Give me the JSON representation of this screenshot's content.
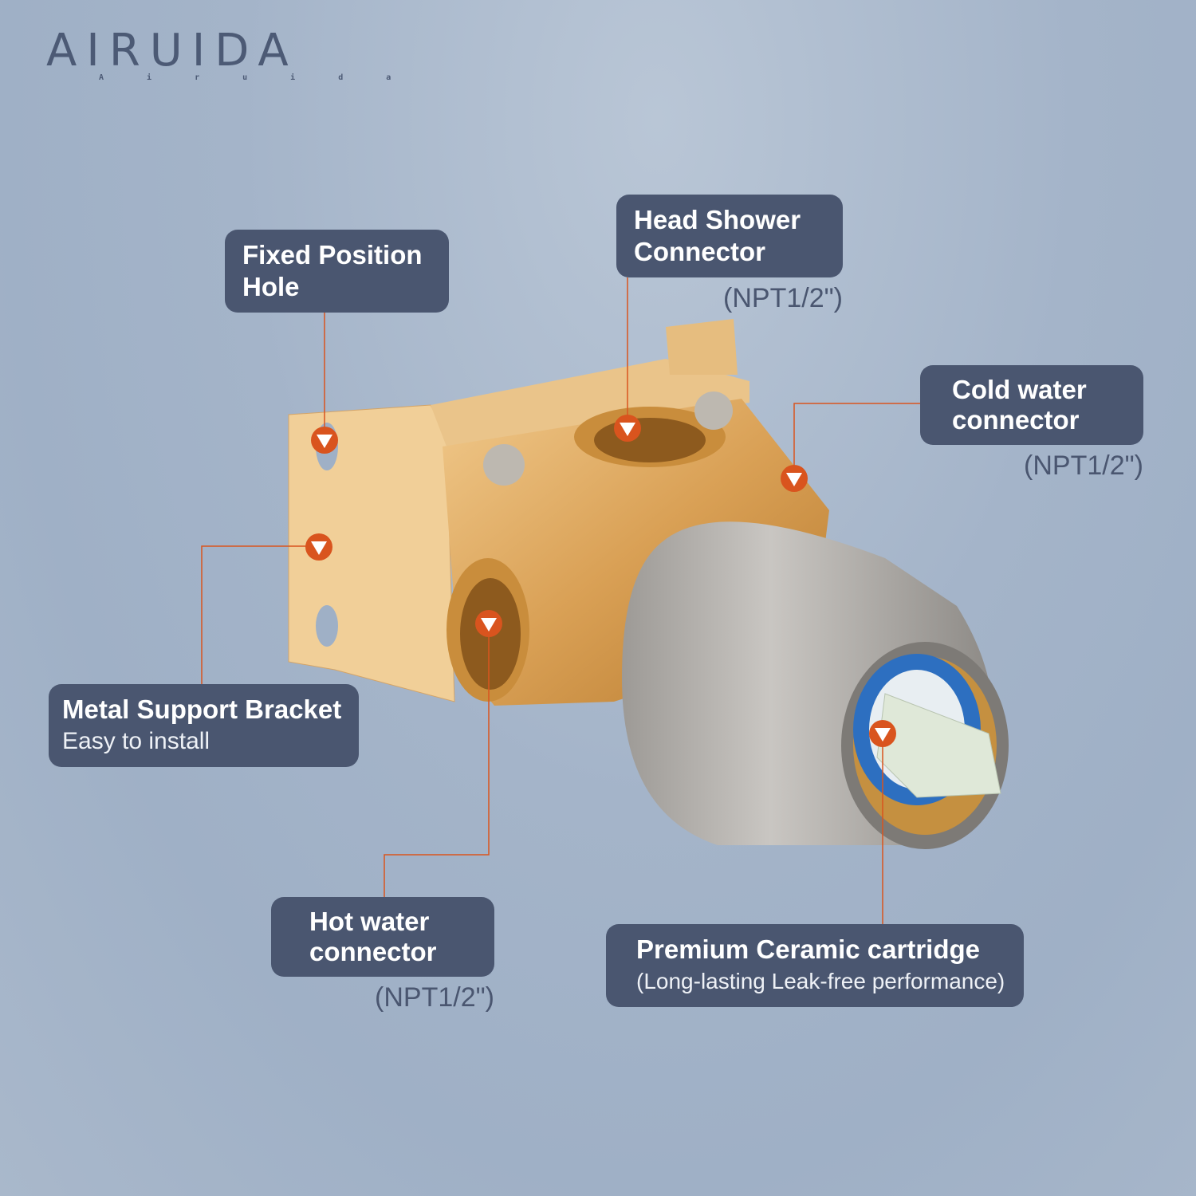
{
  "brand": {
    "name": "AIRUIDA",
    "tagline": "A i r u i d a"
  },
  "colors": {
    "label_bg": "#4a5670",
    "marker": "#d9541e",
    "brass": "#d9a55a",
    "steel": "#a9a6a3"
  },
  "callouts": [
    {
      "title": "Fixed Position Hole"
    },
    {
      "title": "Head Shower Connector",
      "note": "(NPT1/2\")"
    },
    {
      "title": "Cold water connector",
      "note": "(NPT1/2\")"
    },
    {
      "title": "Metal Support Bracket",
      "subtitle": "Easy to install"
    },
    {
      "title": "Hot water connector",
      "note": "(NPT1/2\")"
    },
    {
      "title": "Premium Ceramic cartridge",
      "subtitle": "(Long-lasting Leak-free performance)"
    }
  ]
}
